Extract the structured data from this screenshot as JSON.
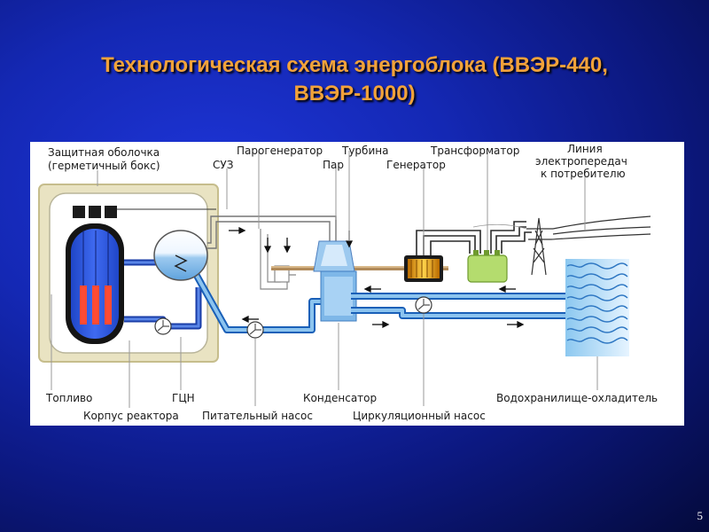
{
  "slide": {
    "title_line1": "Технологическая схема энергоблока (ВВЭР-440,",
    "title_line2": "ВВЭР-1000)",
    "page_number": "5"
  },
  "diagram": {
    "labels": {
      "containment_line1": "Защитная оболочка",
      "containment_line2": "(герметичный бокс)",
      "suz": "СУЗ",
      "steam_generator": "Парогенератор",
      "steam": "Пар",
      "turbine": "Турбина",
      "generator": "Генератор",
      "transformer": "Трансформатор",
      "powerline_line1": "Линия",
      "powerline_line2": "электропередач",
      "powerline_line3": "к потребителю",
      "fuel": "Топливо",
      "gcn": "ГЦН",
      "condenser": "Конденсатор",
      "cooling_pond": "Водохранилище-охладитель",
      "reactor_vessel": "Корпус реактора",
      "feed_pump": "Питательный насос",
      "circulation_pump": "Циркуляционный насос"
    }
  }
}
